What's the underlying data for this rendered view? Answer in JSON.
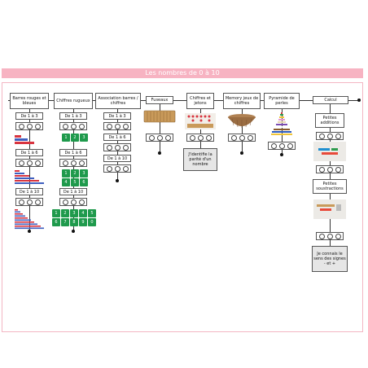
{
  "title": "Les nombres de 0 à 10",
  "columns": [
    {
      "header": "Barres rouges et bleues",
      "ranges": [
        "De 1 à 3",
        "De 1 à 6",
        "De 1 à 10"
      ]
    },
    {
      "header": "Chiffres rugueux",
      "ranges": [
        "De 1 à 3",
        "De 1 à 6",
        "De 1 à 10"
      ],
      "cards_3": [
        "1",
        "2",
        "3"
      ],
      "cards_6": [
        "1",
        "2",
        "3",
        "4",
        "5",
        "6"
      ],
      "cards_10": [
        "1",
        "2",
        "3",
        "4",
        "5",
        "6",
        "7",
        "8",
        "9",
        "0"
      ]
    },
    {
      "header": "Association barres / chiffres",
      "ranges": [
        "De 1 à 3",
        "De 1 à 6",
        "De 1 à 10"
      ]
    },
    {
      "header": "Fuseaux"
    },
    {
      "header": "Chiffres et jetons",
      "note": "J'identifie la parité d'un nombre"
    },
    {
      "header": "Memory jeux de chiffres"
    },
    {
      "header": "Pyramide de perles"
    },
    {
      "header": "Calcul",
      "steps": [
        "Petites additions",
        "Petites soustractions"
      ],
      "final": "Je connais le sens des signes - et +"
    }
  ],
  "colors": {
    "title_bar": "#f7b3c2",
    "frame": "#f3b6c3",
    "card_green": "#1f9a4c",
    "bar_red": "#d8343f",
    "bar_blue": "#3f5fbf"
  }
}
